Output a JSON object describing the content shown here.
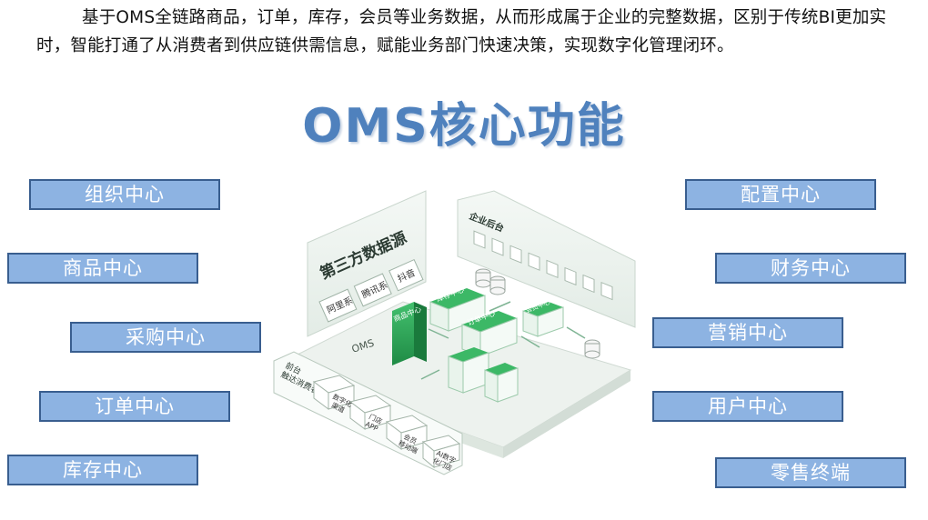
{
  "intro": "基于OMS全链路商品，订单，库存，会员等业务数据，从而形成属于企业的完整数据，区别于传统BI更加实时，智能打通了从消费者到供应链供需信息，赋能业务部门快速决策，实现数字化管理闭环。",
  "title": "OMS核心功能",
  "left_modules": [
    "组织中心",
    "商品中心",
    "采购中心",
    "订单中心",
    "库存中心"
  ],
  "right_modules": [
    "配置中心",
    "财务中心",
    "营销中心",
    "用户中心",
    "零售终端"
  ],
  "illustration": {
    "third_party": "第三方数据源",
    "sources": [
      "阿里系",
      "腾讯系",
      "抖音"
    ],
    "backend": "企业后台",
    "center_label": "OMS",
    "front": "前台\n触达消费者",
    "channels": [
      "数字化\n渠道",
      "门店\nAPP",
      "会员\n移动端",
      "AI数字\n化门店"
    ],
    "blocks": [
      "库存中心",
      "订单中心",
      "商品中心",
      "会员中心"
    ]
  },
  "colors": {
    "module_fill": "#8db3e2",
    "module_border": "#395e8f",
    "title": "#4f81bd",
    "accent_green": "#2fa85a"
  }
}
